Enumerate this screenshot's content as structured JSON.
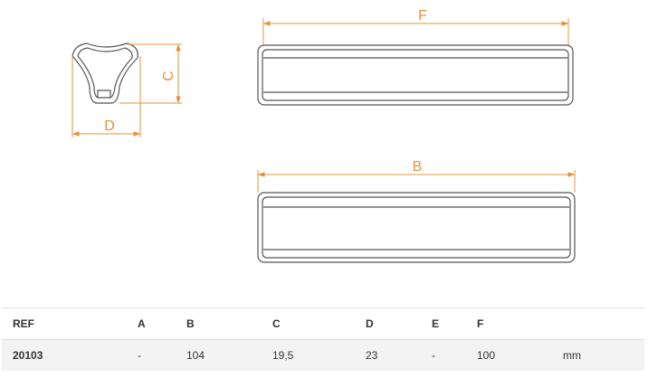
{
  "dimension_labels": {
    "F": "F",
    "B": "B",
    "C": "C",
    "D": "D"
  },
  "colors": {
    "dimension": "#e0953c",
    "outline": "#555555"
  },
  "table": {
    "headers": [
      "REF",
      "A",
      "B",
      "C",
      "D",
      "E",
      "F",
      ""
    ],
    "rows": [
      {
        "ref": "20103",
        "a": "-",
        "b": "104",
        "c": "19,5",
        "d": "23",
        "e": "-",
        "f": "100",
        "unit": "mm"
      }
    ]
  }
}
